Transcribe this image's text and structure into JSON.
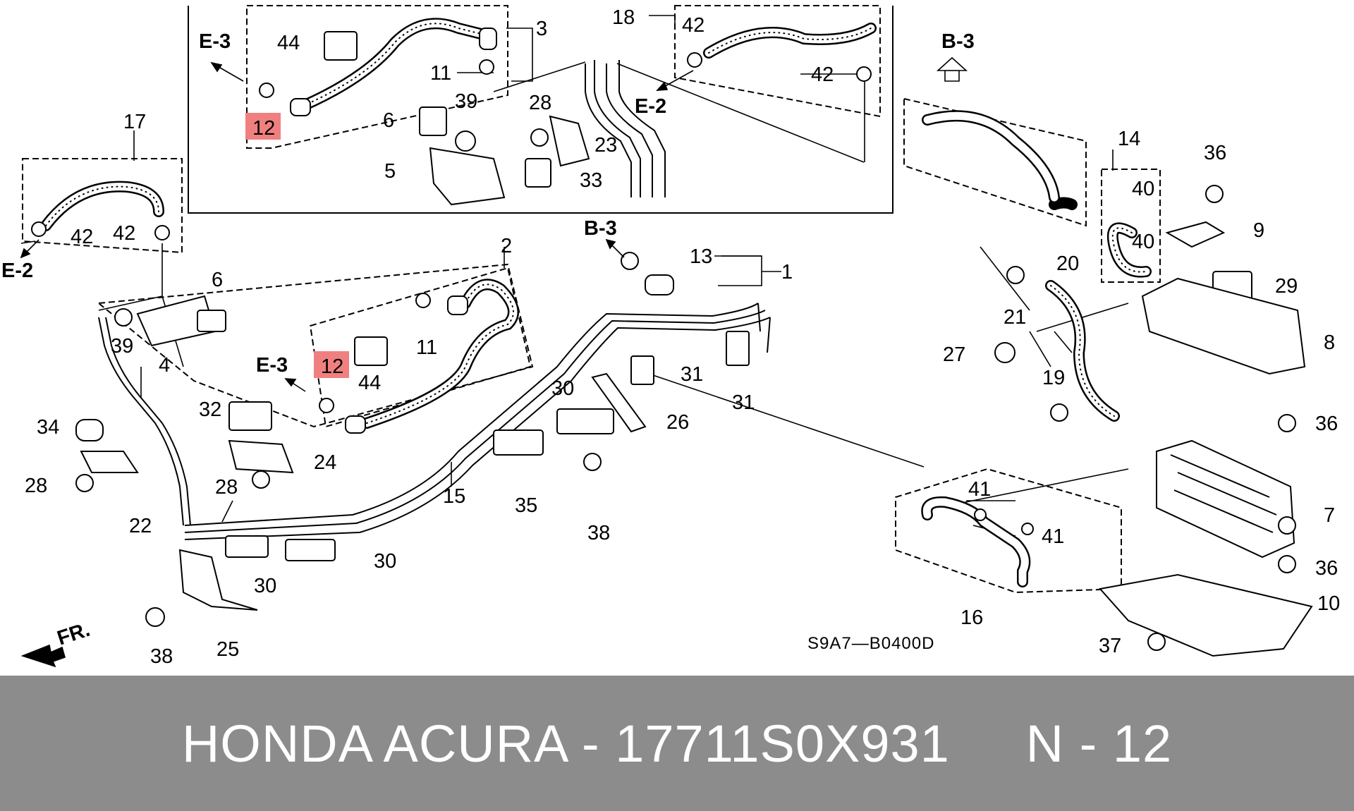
{
  "diagram": {
    "highlight_color": "#f08080",
    "part_labels": {
      "p1": "1",
      "p2": "2",
      "p3": "3",
      "p4": "4",
      "p5": "5",
      "p6a": "6",
      "p6b": "6",
      "p7": "7",
      "p8": "8",
      "p9": "9",
      "p10": "10",
      "p11a": "11",
      "p11b": "11",
      "p12a": "12",
      "p12b": "12",
      "p13": "13",
      "p14": "14",
      "p15": "15",
      "p16": "16",
      "p17": "17",
      "p18": "18",
      "p19": "19",
      "p20": "20",
      "p21": "21",
      "p22": "22",
      "p23": "23",
      "p24": "24",
      "p25": "25",
      "p26": "26",
      "p27": "27",
      "p28a": "28",
      "p28b": "28",
      "p28c": "28",
      "p29": "29",
      "p30a": "30",
      "p30b": "30",
      "p30c": "30",
      "p31a": "31",
      "p31b": "31",
      "p32": "32",
      "p33": "33",
      "p34": "34",
      "p35": "35",
      "p36a": "36",
      "p36b": "36",
      "p36c": "36",
      "p37": "37",
      "p38a": "38",
      "p38b": "38",
      "p39a": "39",
      "p39b": "39",
      "p40a": "40",
      "p40b": "40",
      "p41a": "41",
      "p41b": "41",
      "p42a": "42",
      "p42b": "42",
      "p42c": "42",
      "p42d": "42",
      "p44a": "44",
      "p44b": "44"
    },
    "section_refs": {
      "e3a": "E-3",
      "e3b": "E-3",
      "e2a": "E-2",
      "e2b": "E-2",
      "b3a": "B-3",
      "b3b": "B-3"
    },
    "direction_label": "FR.",
    "drawing_code": "S9A7—B0400D"
  },
  "footer": {
    "text": "HONDA ACURA - 17711S0X931     N - 12",
    "background": "#8c8c8c"
  }
}
